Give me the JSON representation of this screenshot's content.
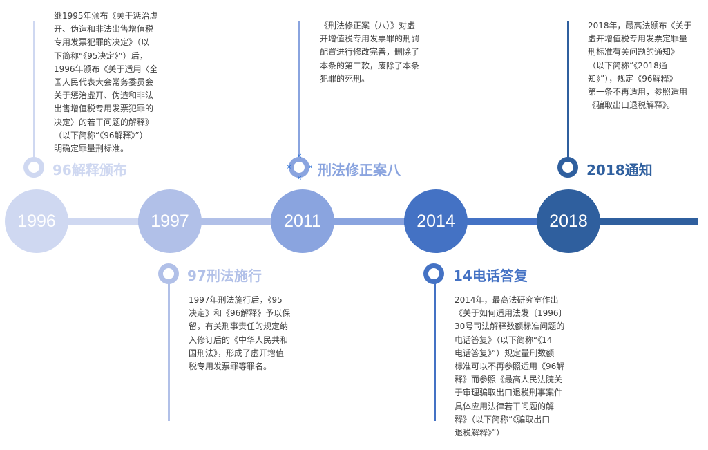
{
  "timeline": {
    "nodes": [
      {
        "year": "1996",
        "color": "#cfd8f1",
        "line_color": "#cfd8f1"
      },
      {
        "year": "1997",
        "color": "#b1c0e8",
        "line_color": "#b1c0e8"
      },
      {
        "year": "2011",
        "color": "#8aa4df",
        "line_color": "#8aa4df"
      },
      {
        "year": "2014",
        "color": "#4472c4",
        "line_color": "#4472c4"
      },
      {
        "year": "2018",
        "color": "#2f5f9e",
        "line_color": "#2f5f9e"
      }
    ],
    "events": [
      {
        "title": "96解释颁布",
        "position": "top",
        "color": "#cfd8f1",
        "text": "继1995年颁布《关于惩治虚开、伪造和非法出售增值税专用发票犯罪的决定》（以下简称“《95决定》”）后，1996年颁布《关于适用〈全国人民代表大会常务委员会关于惩治虚开、伪造和非法出售增值税专用发票犯罪的决定〉的若干问题的解释》（以下简称“《96解释》”）明确定罪量刑标准。",
        "lines": [
          "继1995年颁布《关于惩治虚",
          "开、伪造和非法出售增值税",
          "专用发票犯罪的决定》（以",
          "下简称“《95决定》”）后，",
          "1996年颁布《关于适用〈全",
          "国人民代表大会常务委员会",
          "关于惩治虚开、伪造和非法",
          "出售增值税专用发票犯罪的",
          "决定〉的若干问题的解释》",
          "（以下简称“《96解释》”）",
          "明确定罪量刑标准。"
        ]
      },
      {
        "title": "97刑法施行",
        "position": "bottom",
        "color": "#b1c0e8",
        "lines": [
          "1997年刑法施行后，《95",
          "决定》和《96解释》予以保",
          "留，有关刑事责任的规定纳",
          "入修订后的《中华人民共和",
          "国刑法》，形成了虚开增值",
          "税专用发票罪等罪名。"
        ]
      },
      {
        "title": "刑法修正案八",
        "position": "top",
        "color": "#8aa4df",
        "selected": true,
        "lines": [
          "《刑法修正案（八）》对虚",
          "开增值税专用发票罪的刑罚",
          "配置进行修改完善，删除了",
          "本条的第二款，废除了本条",
          "犯罪的死刑。"
        ]
      },
      {
        "title": "14电话答复",
        "position": "bottom",
        "color": "#4472c4",
        "lines": [
          "2014年，最高法研究室作出",
          "《关于如何适用法发〔1996〕",
          "30号司法解释数额标准问题的",
          "电话答复》（以下简称“《14",
          "电话答复》”）规定量刑数额",
          "标准可以不再参照适用《96解",
          "释》而参照《最高人民法院关",
          "于审理骗取出口退税刑事案件",
          "具体应用法律若干问题的解",
          "释》（以下简称“《骗取出口",
          "退税解释》”）"
        ]
      },
      {
        "title": "2018通知",
        "position": "top",
        "color": "#2f5f9e",
        "lines": [
          "2018年，最高法颁布《关于",
          "虚开增值税专用发票定罪量",
          "刑标准有关问题的通知》",
          "（以下简称“《2018通",
          "知》”），规定《96解释》",
          "第一条不再适用，参照适用",
          "《骗取出口退税解释》。"
        ]
      }
    ]
  }
}
